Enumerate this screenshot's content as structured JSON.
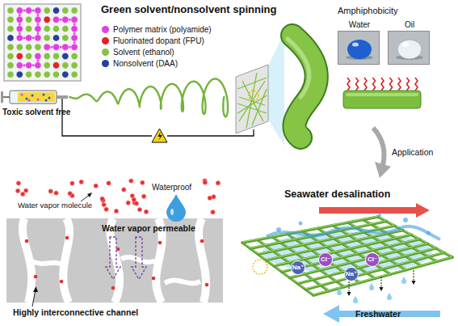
{
  "diagram": {
    "nodes": [
      {
        "text": [
          "Water"
        ]
      },
      {
        "text": [
          "Oil"
        ]
      },
      {
        "text": [
          "Na⁺"
        ]
      },
      {
        "text": [
          "Cl⁻"
        ]
      },
      {
        "text": [
          "Na⁺"
        ]
      },
      {
        "text": [
          "Cl⁻"
        ]
      }
    ],
    "labels": [
      "Green solvent/nonsolvent spinning",
      "Toxic solvent free",
      "Amphiphobicity",
      "Application",
      "Water vapor molecule",
      "Waterproof",
      "Water vapor permeable",
      "Highly interconnective channel",
      "Seawater desalination",
      "Freshwater"
    ],
    "legend": [
      {
        "text": "Polymer matrix (polyamide)",
        "color": "#e040e0"
      },
      {
        "text": "Fluorinated dopant (FPU)",
        "color": "#e02424"
      },
      {
        "text": "Solvent (ethanol)",
        "color": "#84c441"
      },
      {
        "text": "Nonsolvent (DAA)",
        "color": "#23409c"
      }
    ]
  }
}
